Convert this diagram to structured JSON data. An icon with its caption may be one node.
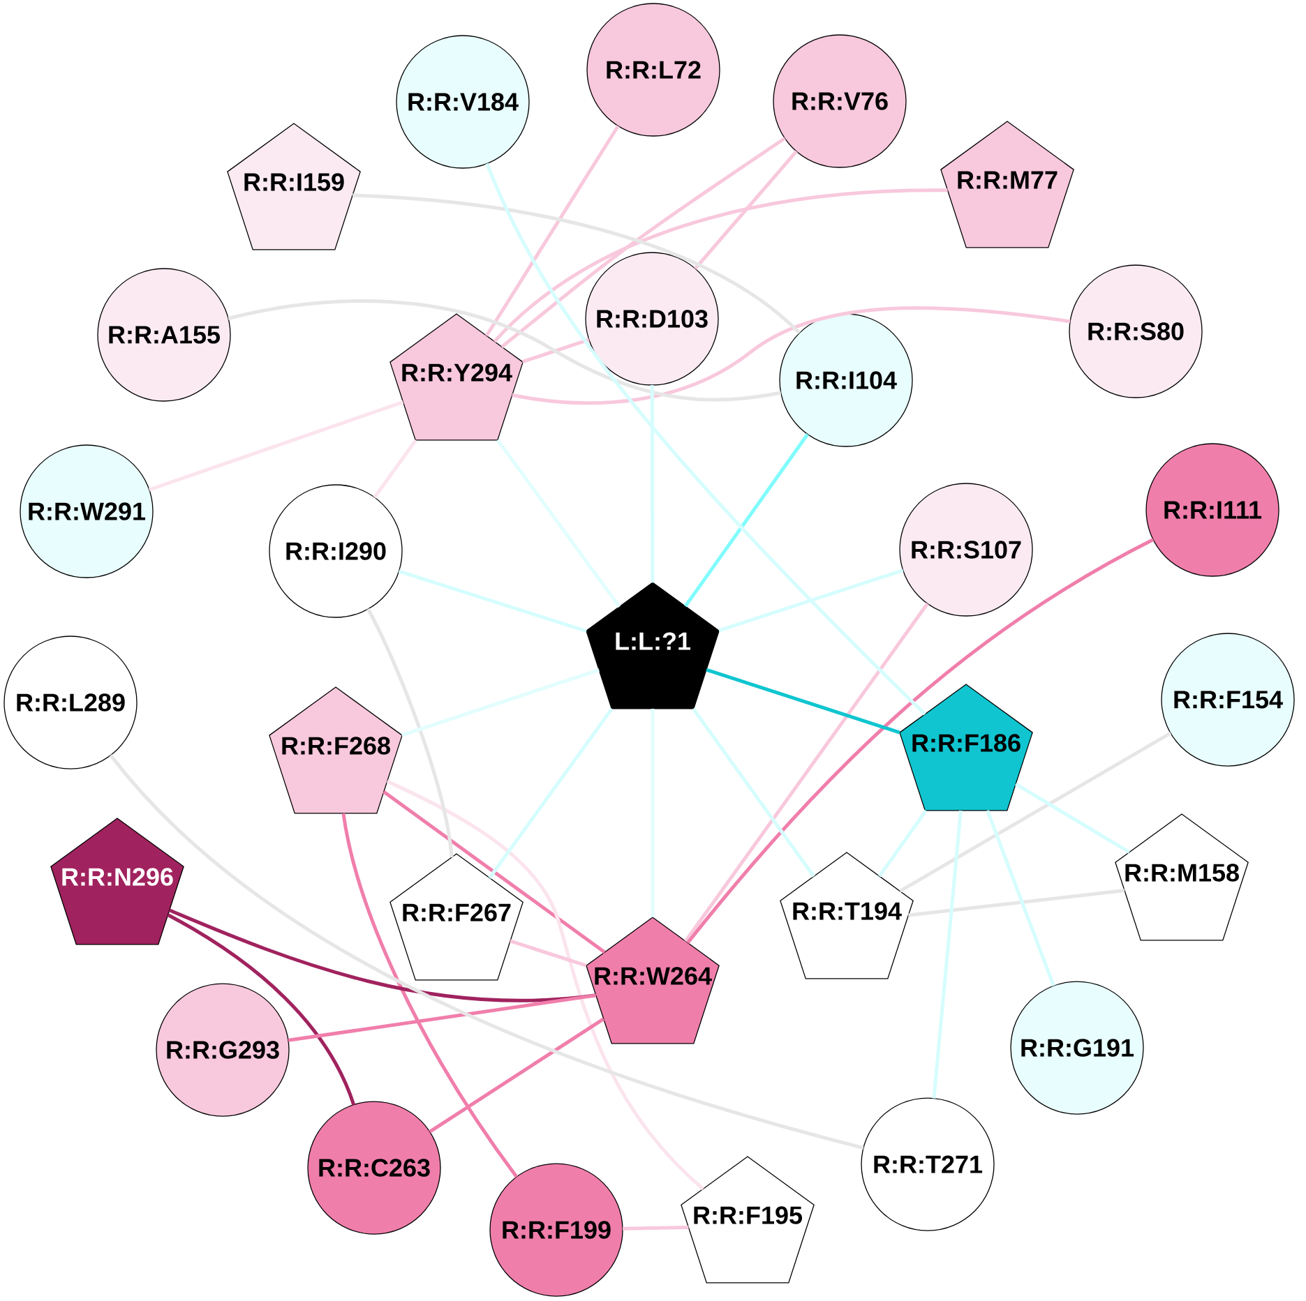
{
  "diagram": {
    "nodes": [
      {
        "text": [
          "R:R:L72"
        ]
      },
      {
        "text": [
          "R:R:V184"
        ]
      },
      {
        "text": [
          "R:R:V76"
        ]
      },
      {
        "text": [
          "R:R:I159"
        ]
      },
      {
        "text": [
          "R:R:M77"
        ]
      },
      {
        "text": [
          "R:R:A155"
        ]
      },
      {
        "text": [
          "R:R:D103"
        ]
      },
      {
        "text": [
          "R:R:S80"
        ]
      },
      {
        "text": [
          "R:R:Y294"
        ]
      },
      {
        "text": [
          "R:R:I104"
        ]
      },
      {
        "text": [
          "R:R:W291"
        ]
      },
      {
        "text": [
          "R:R:I111"
        ]
      },
      {
        "text": [
          "R:R:I290"
        ]
      },
      {
        "text": [
          "R:R:S107"
        ]
      },
      {
        "text": [
          "L:L:?1"
        ]
      },
      {
        "text": [
          "R:R:L289"
        ]
      },
      {
        "text": [
          "R:R:F268"
        ]
      },
      {
        "text": [
          "R:R:F186"
        ]
      },
      {
        "text": [
          "R:R:F154"
        ]
      },
      {
        "text": [
          "R:R:N296"
        ]
      },
      {
        "text": [
          "R:R:F267"
        ]
      },
      {
        "text": [
          "R:R:T194"
        ]
      },
      {
        "text": [
          "R:R:M158"
        ]
      },
      {
        "text": [
          "R:R:W264"
        ]
      },
      {
        "text": [
          "R:R:G293"
        ]
      },
      {
        "text": [
          "R:R:G191"
        ]
      },
      {
        "text": [
          "R:R:C263"
        ]
      },
      {
        "text": [
          "R:R:T271"
        ]
      },
      {
        "text": [
          "R:R:F199"
        ]
      },
      {
        "text": [
          "R:R:F195"
        ]
      }
    ],
    "edges": [
      {
        "from": 0,
        "to": 8,
        "arrow": "none",
        "color": "#f8c8dc"
      },
      {
        "from": 2,
        "to": 8,
        "arrow": "none",
        "color": "#f8c8dc"
      },
      {
        "from": 2,
        "to": 6,
        "arrow": "none",
        "color": "#f8c8dc"
      },
      {
        "from": 4,
        "to": 8,
        "arrow": "none",
        "color": "#f8c8dc"
      },
      {
        "from": 6,
        "to": 8,
        "arrow": "none",
        "color": "#f8c8dc"
      },
      {
        "from": 7,
        "to": 8,
        "arrow": "none",
        "color": "#f8c8dc"
      },
      {
        "from": 8,
        "to": 10,
        "arrow": "none",
        "color": "#fbe4ee"
      },
      {
        "from": 8,
        "to": 12,
        "arrow": "none",
        "color": "#fbe4ee"
      },
      {
        "from": 13,
        "to": 23,
        "arrow": "none",
        "color": "#f8c8dc"
      },
      {
        "from": 11,
        "to": 23,
        "arrow": "none",
        "color": "#f07eab"
      },
      {
        "from": 16,
        "to": 23,
        "arrow": "none",
        "color": "#f07eab"
      },
      {
        "from": 16,
        "to": 28,
        "arrow": "none",
        "color": "#f07eab"
      },
      {
        "from": 16,
        "to": 29,
        "arrow": "none",
        "color": "#fbe4ee"
      },
      {
        "from": 19,
        "to": 23,
        "arrow": "none",
        "color": "#a0225e"
      },
      {
        "from": 19,
        "to": 26,
        "arrow": "none",
        "color": "#a0225e"
      },
      {
        "from": 24,
        "to": 23,
        "arrow": "none",
        "color": "#f07eab"
      },
      {
        "from": 26,
        "to": 23,
        "arrow": "none",
        "color": "#f07eab"
      },
      {
        "from": 20,
        "to": 23,
        "arrow": "none",
        "color": "#f8c8dc"
      },
      {
        "from": 28,
        "to": 29,
        "arrow": "none",
        "color": "#f8c8dc"
      },
      {
        "from": 3,
        "to": 9,
        "arrow": "none",
        "color": "#e6e6e6"
      },
      {
        "from": 5,
        "to": 9,
        "arrow": "none",
        "color": "#e6e6e6"
      },
      {
        "from": 12,
        "to": 20,
        "arrow": "none",
        "color": "#e6e6e6"
      },
      {
        "from": 15,
        "to": 27,
        "arrow": "none",
        "color": "#e6e6e6"
      },
      {
        "from": 18,
        "to": 21,
        "arrow": "none",
        "color": "#e6e6e6"
      },
      {
        "from": 22,
        "to": 21,
        "arrow": "none",
        "color": "#e6e6e6"
      },
      {
        "from": 14,
        "to": 8,
        "arrow": "none",
        "color": "#e2fefe"
      },
      {
        "from": 14,
        "to": 6,
        "arrow": "none",
        "color": "#d6fdfd"
      },
      {
        "from": 14,
        "to": 9,
        "arrow": "none",
        "color": "#80fcfc"
      },
      {
        "from": 14,
        "to": 12,
        "arrow": "none",
        "color": "#d6fdfd"
      },
      {
        "from": 14,
        "to": 13,
        "arrow": "none",
        "color": "#d6fdfd"
      },
      {
        "from": 14,
        "to": 16,
        "arrow": "none",
        "color": "#e2fefe"
      },
      {
        "from": 14,
        "to": 17,
        "arrow": "none",
        "color": "#10c5d0"
      },
      {
        "from": 14,
        "to": 20,
        "arrow": "none",
        "color": "#d6fdfd"
      },
      {
        "from": 14,
        "to": 23,
        "arrow": "none",
        "color": "#e2fefe"
      },
      {
        "from": 14,
        "to": 21,
        "arrow": "none",
        "color": "#d6fdfd"
      },
      {
        "from": 1,
        "to": 17,
        "arrow": "none",
        "color": "#d6fdfd"
      },
      {
        "from": 17,
        "to": 21,
        "arrow": "none",
        "color": "#d6fdfd"
      },
      {
        "from": 17,
        "to": 27,
        "arrow": "none",
        "color": "#d6fdfd"
      },
      {
        "from": 17,
        "to": 25,
        "arrow": "none",
        "color": "#d6fdfd"
      },
      {
        "from": 17,
        "to": 22,
        "arrow": "none",
        "color": "#d6fdfd"
      }
    ]
  }
}
